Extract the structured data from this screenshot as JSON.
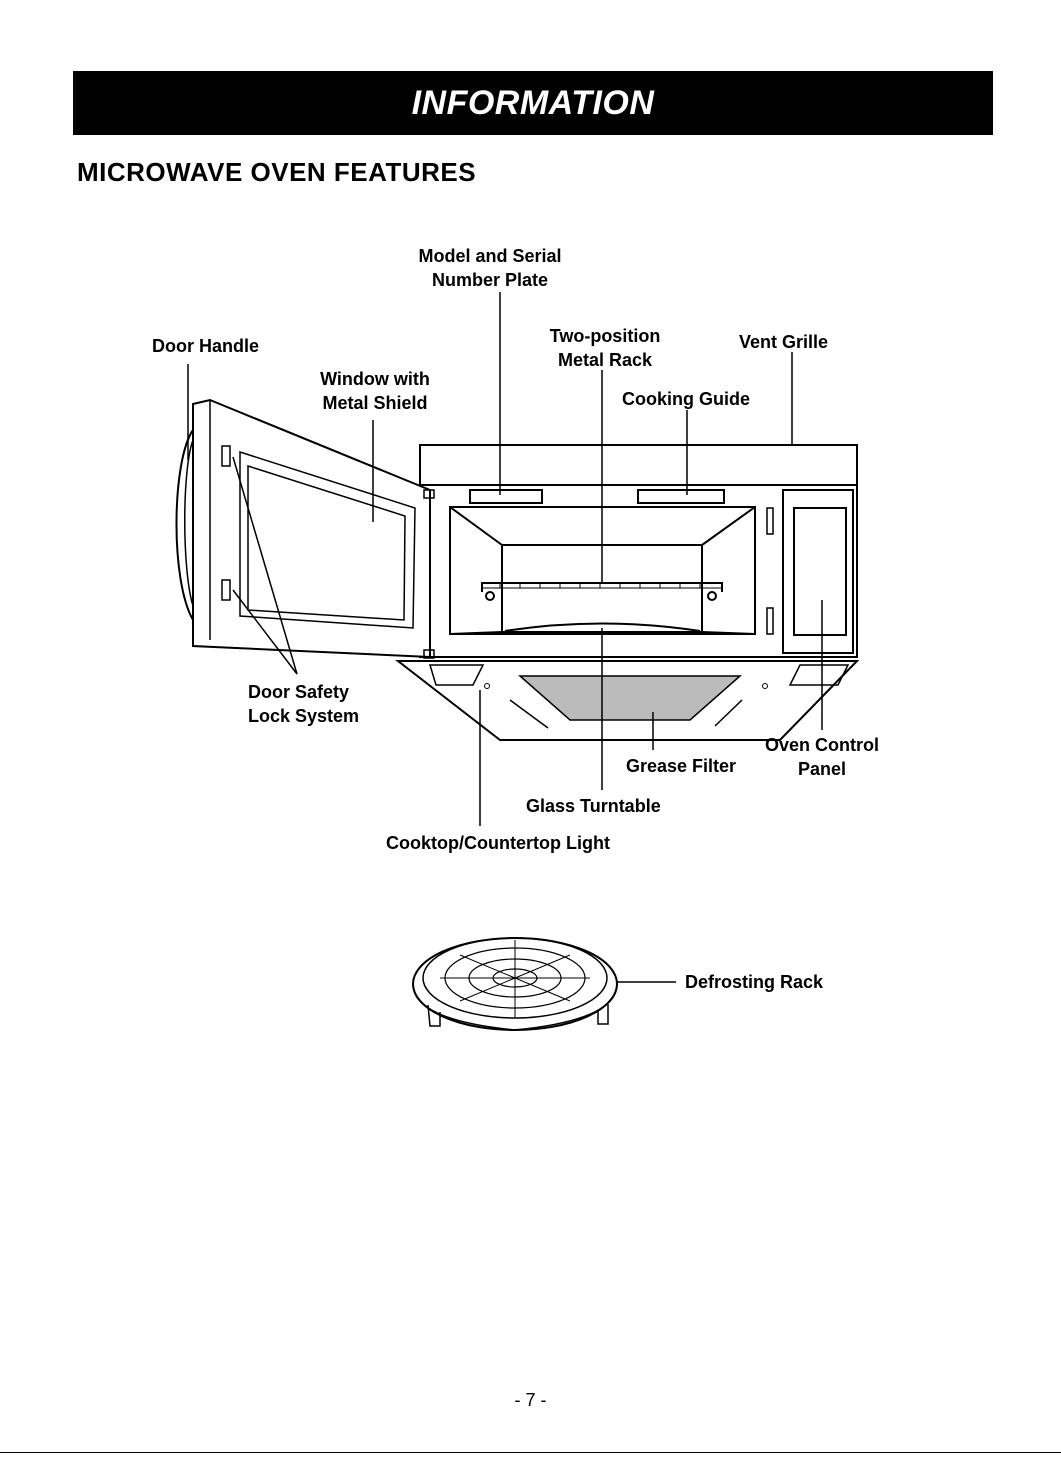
{
  "header": {
    "banner_title": "INFORMATION",
    "section_title": "MICROWAVE OVEN FEATURES"
  },
  "diagram": {
    "labels": {
      "model_serial_line1": "Model and Serial",
      "model_serial_line2": "Number Plate",
      "door_handle": "Door Handle",
      "two_position_line1": "Two-position",
      "two_position_line2": "Metal Rack",
      "vent_grille": "Vent Grille",
      "window_line1": "Window with",
      "window_line2": "Metal Shield",
      "cooking_guide": "Cooking Guide",
      "door_safety_line1": "Door Safety",
      "door_safety_line2": "Lock System",
      "oven_control_line1": "Oven Control",
      "oven_control_line2": "Panel",
      "grease_filter": "Grease Filter",
      "glass_turntable": "Glass Turntable",
      "cooktop_light": "Cooktop/Countertop Light",
      "defrosting_rack": "Defrosting Rack"
    }
  },
  "footer": {
    "page_number": "- 7 -"
  }
}
